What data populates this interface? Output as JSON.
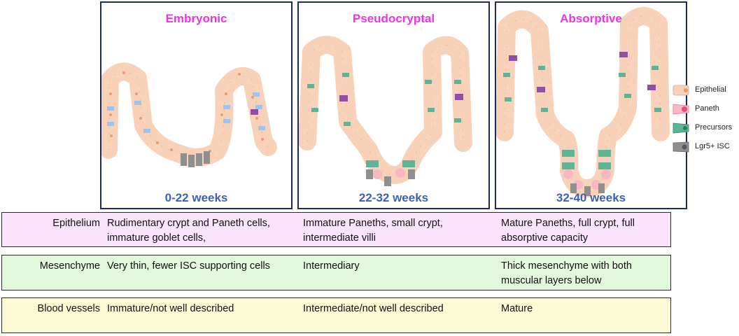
{
  "colors": {
    "title": "#f032e6",
    "weeks": "#3a62b4",
    "epithelial": "#f8d2b8",
    "epithelial_outline": "#c9a890",
    "nucleus": "#e89c74",
    "paneth": "#f7b7c6",
    "precursor": "#5fb396",
    "lgr5": "#8f8f8f",
    "goblet": "#9ec3ee",
    "purple": "#8f4fa6"
  },
  "stages": [
    {
      "title": "Embryonic",
      "weeks": "0-22 weeks"
    },
    {
      "title": "Pseudocryptal",
      "weeks": "22-32 weeks"
    },
    {
      "title": "Absorptive",
      "weeks": "32-40 weeks"
    }
  ],
  "legend": [
    {
      "label": "Epithelial",
      "icon": "epithelial-cell-icon",
      "color": "#f8d2b8"
    },
    {
      "label": "Paneth",
      "icon": "paneth-cell-icon",
      "color": "#f7b7c6"
    },
    {
      "label": "Precursors",
      "icon": "precursor-cell-icon",
      "color": "#5fb396"
    },
    {
      "label": "Lgr5+ ISC",
      "icon": "lgr5-isc-cell-icon",
      "color": "#8f8f8f"
    }
  ],
  "rows": [
    {
      "header": "Epithelium",
      "cells": [
        "Rudimentary crypt and Paneth cells, immature goblet cells,",
        "Immature Paneths, small crypt, intermediate villi",
        "Mature Paneths, full crypt, full absorptive capacity"
      ]
    },
    {
      "header": "Mesenchyme",
      "cells": [
        "Very thin, fewer ISC supporting cells",
        "Intermediary",
        "Thick mesenchyme with both muscular layers below"
      ]
    },
    {
      "header": "Blood vessels",
      "cells": [
        "Immature/not well described",
        "Intermediate/not well described",
        "Mature"
      ]
    }
  ]
}
